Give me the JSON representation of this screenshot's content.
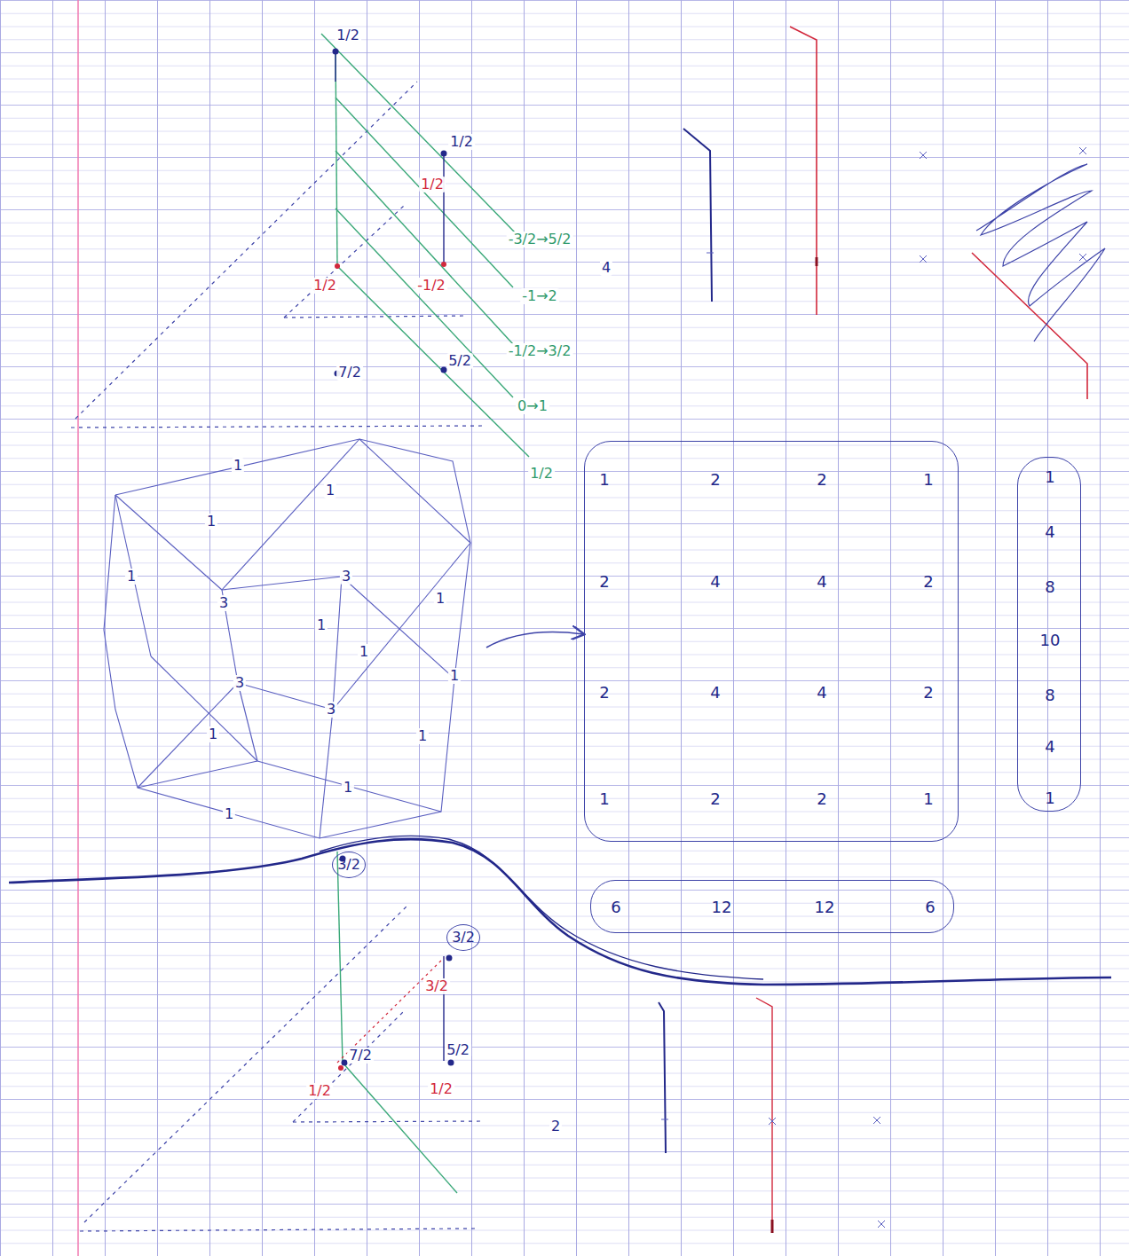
{
  "diagram": {
    "nodes": [
      {
        "text": [
          "1",
          "2",
          "2",
          "1",
          "2",
          "4",
          "4",
          "2",
          "2",
          "4",
          "4",
          "2",
          "1",
          "2",
          "2",
          "1"
        ]
      },
      {
        "text": [
          "1",
          "4",
          "8",
          "10",
          "8",
          "4",
          "1"
        ]
      },
      {
        "text": [
          "6",
          "12",
          "12",
          "6"
        ]
      },
      {
        "text": [
          "3/2"
        ]
      },
      {
        "text": [
          "3/2"
        ]
      }
    ],
    "labels": [
      "1/2",
      "1/2",
      "1/2",
      "-3/2→5/2",
      "4",
      "1/2",
      "-1/2",
      "-1→2",
      "7/2",
      "5/2",
      "-1/2→3/2",
      "0→1",
      "1/2",
      "1",
      "1",
      "1",
      "1",
      "1",
      "1",
      "1",
      "1",
      "1",
      "1",
      "1",
      "1",
      "3",
      "3",
      "3",
      "3",
      "3/2",
      "7/2",
      "1/2",
      "5/2",
      "1/2",
      "2"
    ]
  }
}
